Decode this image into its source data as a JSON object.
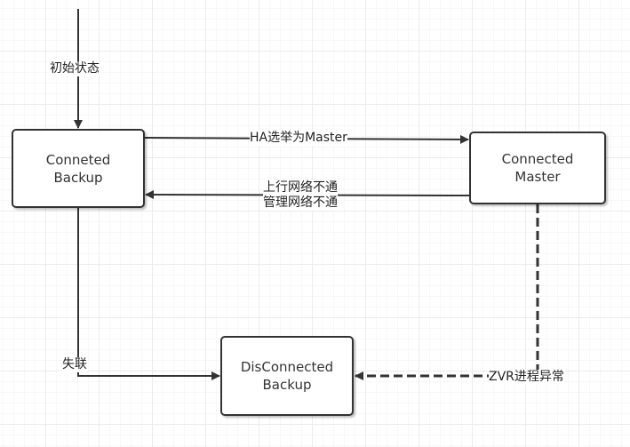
{
  "nodes": {
    "connected_backup": {
      "line1": "Conneted",
      "line2": "Backup"
    },
    "connected_master": {
      "line1": "Connected",
      "line2": "Master"
    },
    "disconnected_backup": {
      "line1": "DisConnected",
      "line2": "Backup"
    }
  },
  "edges": {
    "initial": "初始状态",
    "elect_master": "HA选举为Master",
    "uplink_down": "上行网络不通",
    "mgmt_down": "管理网络不通",
    "lost_contact": "失联",
    "zvr_error": "ZVR进程异常"
  }
}
